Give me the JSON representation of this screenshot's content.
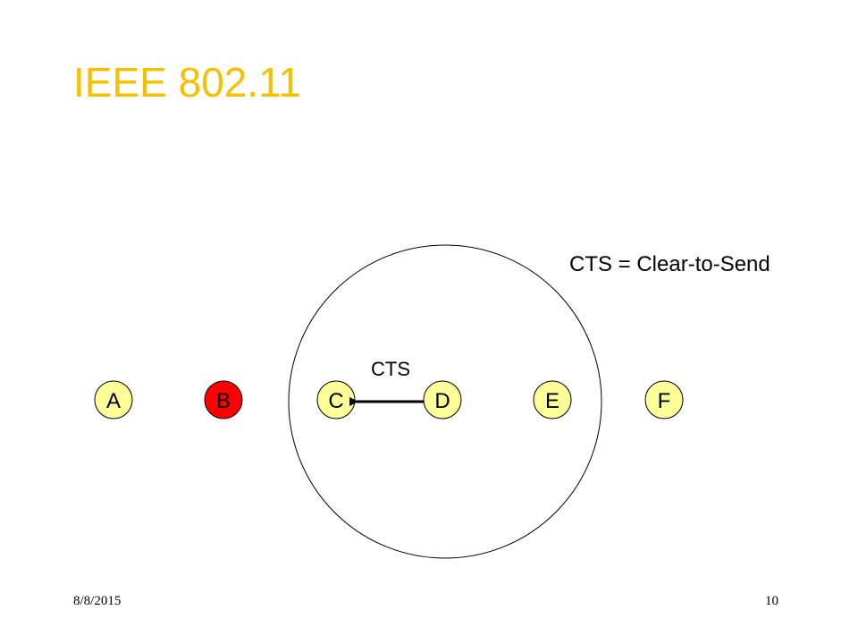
{
  "slide": {
    "title": "IEEE 802.11",
    "definition": "CTS = Clear-to-Send",
    "footer_date": "8/8/2015",
    "page_number": "10"
  },
  "diagram": {
    "nodes": [
      {
        "id": "A",
        "label": "A",
        "fill": "#ffff99"
      },
      {
        "id": "B",
        "label": "B",
        "fill": "#ff0000"
      },
      {
        "id": "C",
        "label": "C",
        "fill": "#ffff99"
      },
      {
        "id": "D",
        "label": "D",
        "fill": "#ffff99"
      },
      {
        "id": "E",
        "label": "E",
        "fill": "#ffff99"
      },
      {
        "id": "F",
        "label": "F",
        "fill": "#ffff99"
      }
    ],
    "message": {
      "label": "CTS",
      "from": "D",
      "to": "C"
    },
    "range_circle": {
      "center_node": "D",
      "covers": [
        "C",
        "D",
        "E"
      ]
    }
  },
  "colors": {
    "title": "#f5c000",
    "node_stroke": "#000000",
    "text": "#000000"
  }
}
